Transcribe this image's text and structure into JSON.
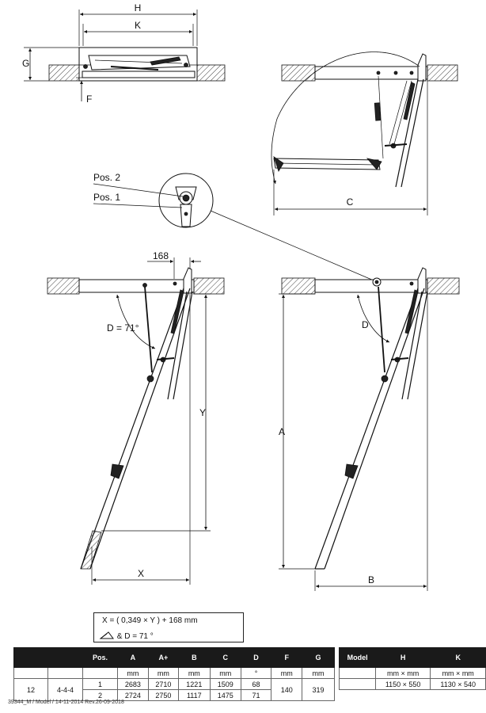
{
  "top_view": {
    "dim_h": "H",
    "dim_k": "K",
    "dim_g": "G",
    "dim_f": "F"
  },
  "open_view": {
    "dim_c": "C"
  },
  "detail": {
    "pos2": "Pos. 2",
    "pos1": "Pos. 1"
  },
  "left_view": {
    "dim_168": "168",
    "angle": "D = 71°",
    "dim_y": "Y",
    "dim_x": "X"
  },
  "right_view": {
    "angle": "D",
    "dim_a": "A",
    "dim_b": "B"
  },
  "formula": {
    "line1": "X = (  0,349  × Y )  +   168    mm",
    "line2": "& D =       71     °"
  },
  "table": {
    "headers": [
      "",
      "",
      "Pos.",
      "A",
      "A+",
      "B",
      "C",
      "D",
      "F",
      "G"
    ],
    "units": [
      "",
      "",
      "",
      "mm",
      "mm",
      "mm",
      "mm",
      "°",
      "mm",
      "mm"
    ],
    "steps": "12",
    "config": "4-4-4",
    "rows": [
      {
        "pos": "1",
        "a": "2683",
        "a_plus": "2710",
        "b": "1221",
        "c": "1509",
        "d": "68"
      },
      {
        "pos": "2",
        "a": "2724",
        "a_plus": "2750",
        "b": "1117",
        "c": "1475",
        "d": "71"
      }
    ],
    "f": "140",
    "g": "319",
    "model_headers": [
      "Model",
      "H",
      "K"
    ],
    "model_units": [
      "",
      "mm × mm",
      "mm × mm"
    ],
    "model_values": [
      "",
      "1150 × 550",
      "1130 × 540"
    ]
  },
  "footer": "39344_M / Model / 14-11-2014 Rev.26-09-2018"
}
